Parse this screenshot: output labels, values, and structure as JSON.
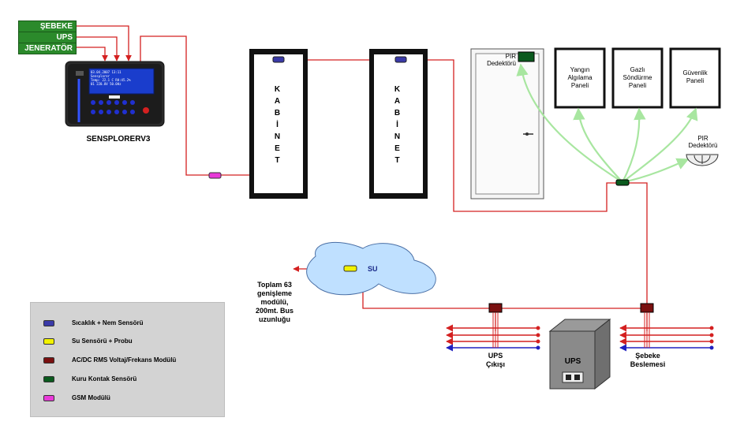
{
  "sources": [
    "ŞEBEKE",
    "UPS",
    "JENERATÖR"
  ],
  "device": {
    "name": "SENSPLORERV3",
    "screen_lines": [
      "03.04.2007    13:11",
      "Sensplorer",
      "Temp: 22.1 C  RH:45.2%",
      "01 220.0V 50.0Hz"
    ]
  },
  "cabinets": [
    {
      "text": "KABİNET"
    },
    {
      "text": "KABİNET"
    }
  ],
  "door_sensor": "PIR Dedektörü",
  "panels": [
    "Yangın Algılama Paneli",
    "Gazlı Söndürme Paneli",
    "Güvenlik Paneli"
  ],
  "pir_right": "PIR Dedektörü",
  "water": {
    "label": "SU"
  },
  "expansion_note": [
    "Toplam 63",
    "genişleme",
    "modülü,",
    "200mt. Bus",
    "uzunluğu"
  ],
  "ups": {
    "box_label": "UPS",
    "output_label": [
      "UPS",
      "Çıkışı"
    ]
  },
  "grid_feed_label": [
    "Şebeke",
    "Beslemesi"
  ],
  "legend": [
    {
      "label": "Sıcaklık + Nem Sensörü",
      "color": "#3a3aa8"
    },
    {
      "label": "Su Sensörü + Probu",
      "color": "#f2f200"
    },
    {
      "label": "AC/DC RMS Voltaj/Frekans Modülü",
      "color": "#7a1010"
    },
    {
      "label": "Kuru Kontak Sensörü",
      "color": "#0b5a1e"
    },
    {
      "label": "GSM Modülü",
      "color": "#e83ad8"
    }
  ],
  "colors": {
    "bus_line": "#d42020",
    "source_green": "#2b8a2b",
    "signal_green": "#a8e6a0",
    "water_blue": "#bfe0ff",
    "legend_bg": "#d3d3d3",
    "phase_blue": "#2020c0"
  }
}
